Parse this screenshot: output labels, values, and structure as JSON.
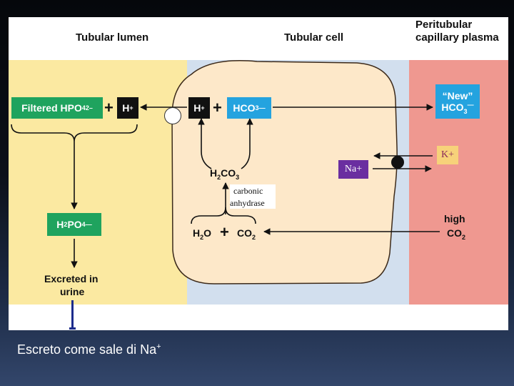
{
  "headers": {
    "lumen": "Tubular lumen",
    "cell": "Tubular cell",
    "plasma_line1": "Peritubular",
    "plasma_line2": "capillary plasma"
  },
  "lumen": {
    "filtered_text": "Filtered HPO",
    "filtered_sub": "4",
    "filtered_sup": "2–",
    "h_plus_text": "H",
    "h_plus_sup": "+",
    "h2po4_a": "H",
    "h2po4_b": "2",
    "h2po4_c": "PO",
    "h2po4_d": "4",
    "h2po4_e": "—",
    "excreted_line1": "Excreted in",
    "excreted_line2": "urine"
  },
  "cell": {
    "h_plus_text": "H",
    "h_plus_sup": "+",
    "hco3_text": "HCO",
    "hco3_sub": "3",
    "hco3_sup": "—",
    "h2co3_a": "H",
    "h2co3_b": "2",
    "h2co3_c": "CO",
    "h2co3_d": "3",
    "enzyme_line1": "carbonic",
    "enzyme_line2": "anhydrase",
    "h2o": "H",
    "h2o_sub": "2",
    "h2o_c": "O",
    "co2_a": "CO",
    "co2_b": "2",
    "na_label": "Na+"
  },
  "plasma": {
    "new_line1": "“New”",
    "new_line2_a": "HCO",
    "new_line2_b": "3",
    "new_line2_c": "—",
    "k_label": "K+",
    "high_line1": "high",
    "high_co2_a": "CO",
    "high_co2_b": "2"
  },
  "plus_sign": "+",
  "footer": {
    "text": "Escreto come sale di Na",
    "sup": "+"
  },
  "colors": {
    "lumen_bg": "#fbe9a1",
    "cell_bg": "#fde8c9",
    "interstitial_bg": "#d2dfee",
    "plasma_bg": "#ef9890",
    "green_box": "#1fa35e",
    "blue_box": "#24a3df",
    "na_box": "#6a2ea0",
    "k_box": "#f7d27a"
  }
}
